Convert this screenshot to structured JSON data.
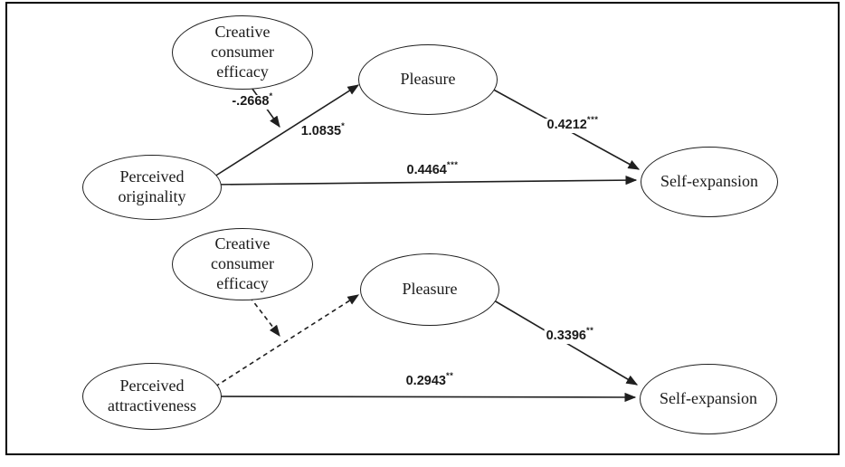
{
  "colors": {
    "frame_border": "#000000",
    "node_border": "#1f1f1f",
    "line": "#1f1f1f",
    "text": "#1a1a1a",
    "background": "#ffffff"
  },
  "diagram": {
    "type": "moderated-mediation-path-model",
    "panels": [
      {
        "id": "originality-model",
        "nodes": [
          {
            "role": "moderator",
            "label": "Creative consumer efficacy"
          },
          {
            "role": "mediator",
            "label": "Pleasure"
          },
          {
            "role": "predictor",
            "label": "Perceived originality"
          },
          {
            "role": "outcome",
            "label": "Self-expansion"
          }
        ],
        "paths": [
          {
            "name": "moderation",
            "from": "Creative consumer efficacy",
            "to": "predictor-mediator path",
            "coefficient": "-.2668",
            "significance": "*",
            "line": "solid"
          },
          {
            "name": "a-path",
            "from": "Perceived originality",
            "to": "Pleasure",
            "coefficient": "1.0835",
            "significance": "*",
            "line": "solid"
          },
          {
            "name": "b-path",
            "from": "Pleasure",
            "to": "Self-expansion",
            "coefficient": "0.4212",
            "significance": "***",
            "line": "solid"
          },
          {
            "name": "direct",
            "from": "Perceived originality",
            "to": "Self-expansion",
            "coefficient": "0.4464",
            "significance": "***",
            "line": "solid"
          }
        ]
      },
      {
        "id": "attractiveness-model",
        "nodes": [
          {
            "role": "moderator",
            "label": "Creative consumer efficacy"
          },
          {
            "role": "mediator",
            "label": "Pleasure"
          },
          {
            "role": "predictor",
            "label": "Perceived attractiveness"
          },
          {
            "role": "outcome",
            "label": "Self-expansion"
          }
        ],
        "paths": [
          {
            "name": "moderation",
            "from": "Creative consumer efficacy",
            "to": "predictor-mediator path",
            "coefficient": "",
            "significance": "",
            "line": "dashed"
          },
          {
            "name": "a-path",
            "from": "Perceived attractiveness",
            "to": "Pleasure",
            "coefficient": "",
            "significance": "",
            "line": "dashed"
          },
          {
            "name": "b-path",
            "from": "Pleasure",
            "to": "Self-expansion",
            "coefficient": "0.3396",
            "significance": "**",
            "line": "solid"
          },
          {
            "name": "direct",
            "from": "Perceived attractiveness",
            "to": "Self-expansion",
            "coefficient": "0.2943",
            "significance": "**",
            "line": "solid"
          }
        ]
      }
    ]
  }
}
